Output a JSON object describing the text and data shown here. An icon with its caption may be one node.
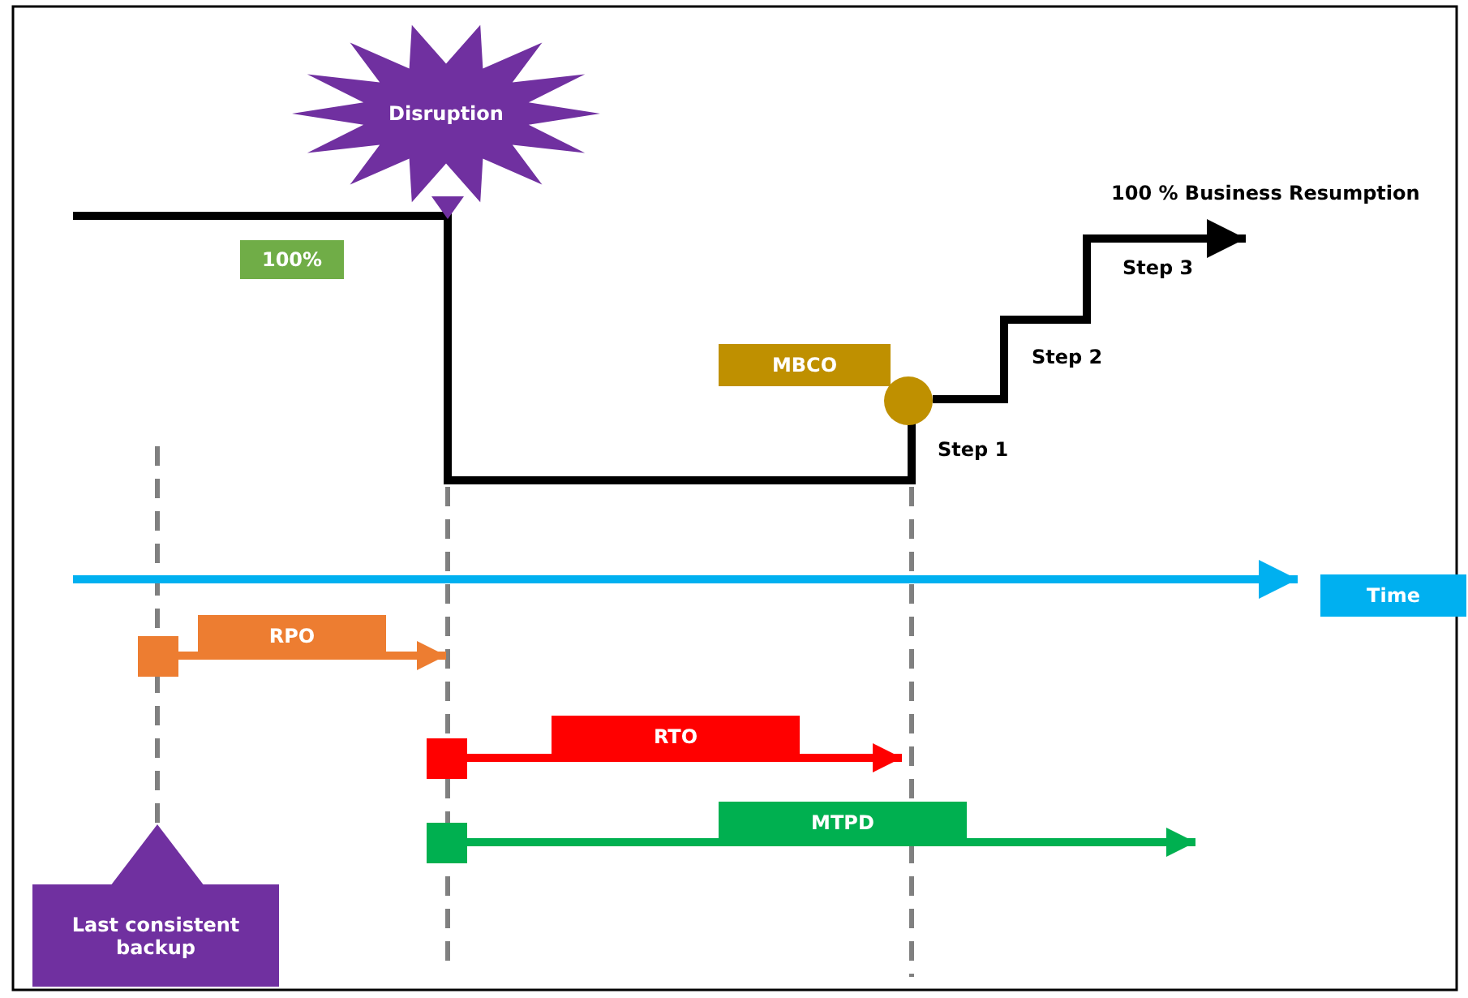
{
  "diagram": {
    "nodes": [
      {
        "text": [
          "Disruption"
        ]
      },
      {
        "text": [
          "100%"
        ]
      },
      {
        "text": [
          "MBCO"
        ]
      },
      {
        "text": [
          "Time"
        ]
      },
      {
        "text": [
          "RPO"
        ]
      },
      {
        "text": [
          "RTO"
        ]
      },
      {
        "text": [
          "MTPD"
        ]
      },
      {
        "text": [
          "Last consistent backup"
        ]
      }
    ],
    "labels": [
      "100 % Business Resumption",
      "Step 3",
      "Step 2",
      "Step 1"
    ]
  }
}
